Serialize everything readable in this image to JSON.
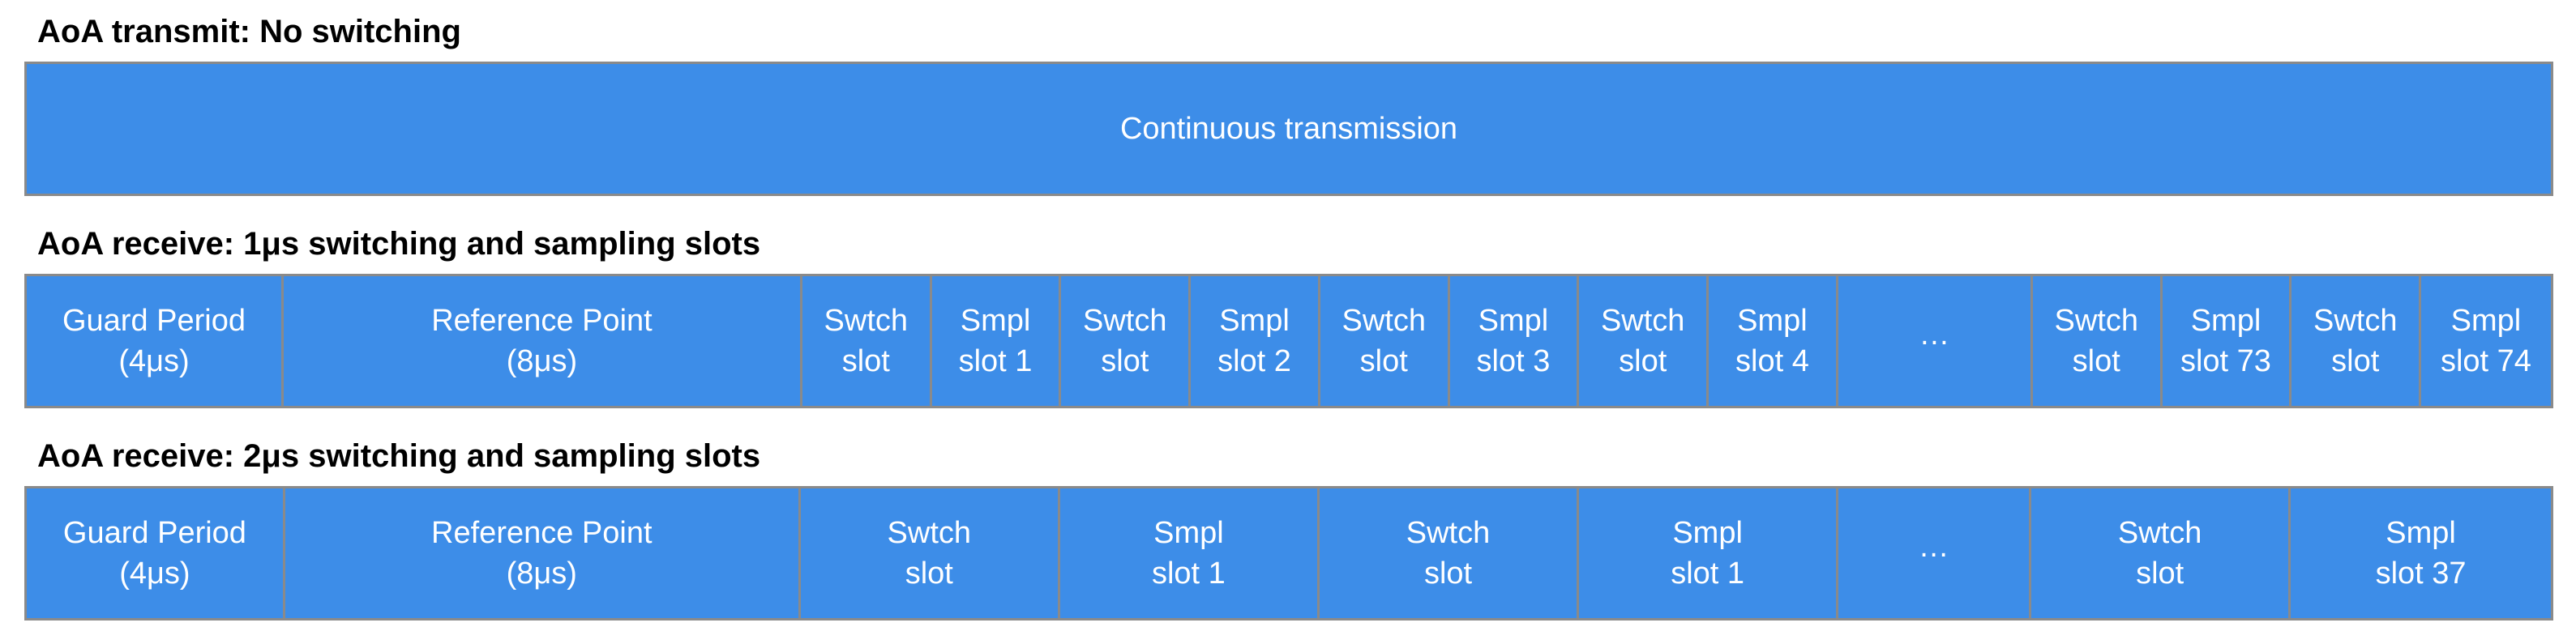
{
  "figure": {
    "sections": [
      {
        "title": "AoA transmit: No switching",
        "cells": [
          {
            "name": "continuous-transmission-cell",
            "lines": [
              "Continuous transmission"
            ],
            "width": 100
          }
        ]
      },
      {
        "title": "AoA receive: 1μs switching and sampling slots",
        "cells": [
          {
            "name": "guard-period-cell",
            "lines": [
              "Guard Period",
              "(4μs)"
            ],
            "width": 10.18
          },
          {
            "name": "reference-point-cell",
            "lines": [
              "Reference Point",
              "(8μs)"
            ],
            "width": 20.55
          },
          {
            "name": "switch-slot-cell",
            "lines": [
              "Swtch",
              "slot"
            ],
            "width": 5.13
          },
          {
            "name": "sample-slot-cell",
            "lines": [
              "Smpl",
              "slot 1"
            ],
            "width": 5.13
          },
          {
            "name": "switch-slot-cell",
            "lines": [
              "Swtch",
              "slot"
            ],
            "width": 5.13
          },
          {
            "name": "sample-slot-cell",
            "lines": [
              "Smpl",
              "slot 2"
            ],
            "width": 5.13
          },
          {
            "name": "switch-slot-cell",
            "lines": [
              "Swtch",
              "slot"
            ],
            "width": 5.13
          },
          {
            "name": "sample-slot-cell",
            "lines": [
              "Smpl",
              "slot 3"
            ],
            "width": 5.13
          },
          {
            "name": "switch-slot-cell",
            "lines": [
              "Swtch",
              "slot"
            ],
            "width": 5.13
          },
          {
            "name": "sample-slot-cell",
            "lines": [
              "Smpl",
              "slot 4"
            ],
            "width": 5.13
          },
          {
            "name": "ellipsis-cell",
            "lines": [
              "…"
            ],
            "width": 7.71
          },
          {
            "name": "switch-slot-cell",
            "lines": [
              "Swtch",
              "slot"
            ],
            "width": 5.13
          },
          {
            "name": "sample-slot-cell",
            "lines": [
              "Smpl",
              "slot 73"
            ],
            "width": 5.13
          },
          {
            "name": "switch-slot-cell",
            "lines": [
              "Swtch",
              "slot"
            ],
            "width": 5.13
          },
          {
            "name": "sample-slot-cell",
            "lines": [
              "Smpl",
              "slot 74"
            ],
            "width": 5.13
          }
        ]
      },
      {
        "title": "AoA receive: 2μs switching and sampling slots",
        "cells": [
          {
            "name": "guard-period-cell",
            "lines": [
              "Guard Period",
              "(4μs)"
            ],
            "width": 10.24
          },
          {
            "name": "reference-point-cell",
            "lines": [
              "Reference Point",
              "(8μs)"
            ],
            "width": 20.42
          },
          {
            "name": "switch-slot-cell",
            "lines": [
              "Swtch",
              "slot"
            ],
            "width": 10.28
          },
          {
            "name": "sample-slot-cell",
            "lines": [
              "Smpl",
              "slot 1"
            ],
            "width": 10.28
          },
          {
            "name": "switch-slot-cell",
            "lines": [
              "Swtch",
              "slot"
            ],
            "width": 10.28
          },
          {
            "name": "sample-slot-cell",
            "lines": [
              "Smpl",
              "slot 1"
            ],
            "width": 10.28
          },
          {
            "name": "ellipsis-cell",
            "lines": [
              "…"
            ],
            "width": 7.64
          },
          {
            "name": "switch-slot-cell",
            "lines": [
              "Swtch",
              "slot"
            ],
            "width": 10.28
          },
          {
            "name": "sample-slot-cell",
            "lines": [
              "Smpl",
              "slot 37"
            ],
            "width": 10.3
          }
        ]
      }
    ]
  },
  "colors": {
    "bar_fill": "#3d8de8",
    "bar_border": "#8a8a8a",
    "title_text": "#000000",
    "cell_text": "#ffffff"
  }
}
